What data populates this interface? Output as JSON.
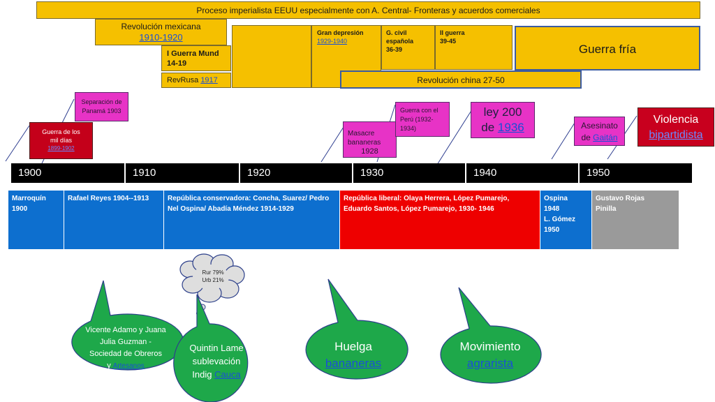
{
  "top_banner": "Proceso imperialista EEUU especialmente con A. Central- Fronteras y acuerdos comerciales",
  "rev_mexicana": {
    "title": "Revolución mexicana",
    "years": "1910-1920"
  },
  "guerra_mundial_1": {
    "title": "I Guerra Mund",
    "years": "14-19"
  },
  "rev_rusa": {
    "title": "RevRusa",
    "year": "1917"
  },
  "gran_depresion": {
    "title": "Gran depresión",
    "years": "1929-1940"
  },
  "guerra_civil": {
    "line1": "G. civil",
    "line2": "española",
    "line3": "36-39"
  },
  "guerra_mundial_2": {
    "line1": "II guerra",
    "line2": "39-45"
  },
  "guerra_fria": "Guerra fría",
  "rev_china": "Revolución china 27-50",
  "separacion_panama": {
    "line1": "Separación de",
    "line2": "Panamá 1903"
  },
  "mil_dias": {
    "line1": "Guerra de los",
    "line2": "mil días",
    "years": "1899-1902"
  },
  "masacre": {
    "line1": "Masacre",
    "line2": "bananeras",
    "line3": "1928"
  },
  "guerra_peru": {
    "line1": "Guerra con el",
    "line2": "Perú (1932-",
    "line3": "1934)"
  },
  "ley200": {
    "line1": "ley 200",
    "line2_pre": "de ",
    "year": "1936"
  },
  "gaitan": {
    "line1": "Asesinato",
    "line2_pre": "de ",
    "name": "Gaitán"
  },
  "violencia": {
    "line1": "Violencia",
    "line2": "bipartidista"
  },
  "decades": [
    "1900",
    "1910",
    "1920",
    "1930",
    "1940",
    "1950"
  ],
  "periods": {
    "marroquin": {
      "line1": "Marroquín",
      "line2": "1900"
    },
    "reyes": "Rafael Reyes  1904--1913",
    "conservadora": "República conservadora: Concha, Suarez/ Pedro Nel Ospina/ Abadía Méndez 1914-1929",
    "liberal": "República liberal: Olaya Herrera, López Pumarejo, Eduardo Santos, López Pumarejo, 1930- 1946",
    "ospina": {
      "line1": "Ospina",
      "line2": "1948",
      "line3": "L. Gómez",
      "line4": "1950"
    },
    "rojas": {
      "line1": "Gustavo Rojas",
      "line2": "Pinilla"
    }
  },
  "cloud": {
    "line1": "Rur 79%",
    "line2": "Urb 21%"
  },
  "bubbles": {
    "adamo": {
      "line1": "Vicente Adamo y Juana",
      "line2": "Julia Guzman -",
      "line3": "Sociedad de Obreros",
      "line4_pre": "y ",
      "line4_link": "Artesanos"
    },
    "quintin": {
      "line1": "Quintin Lame",
      "line2": "sublevación",
      "line3_pre": "Indig ",
      "line3_link": " Cauca"
    },
    "huelga": {
      "line1": "Huelga",
      "line2": "bananeras"
    },
    "agrario": {
      "line1": "Movimiento",
      "line2": "agrarista"
    }
  }
}
